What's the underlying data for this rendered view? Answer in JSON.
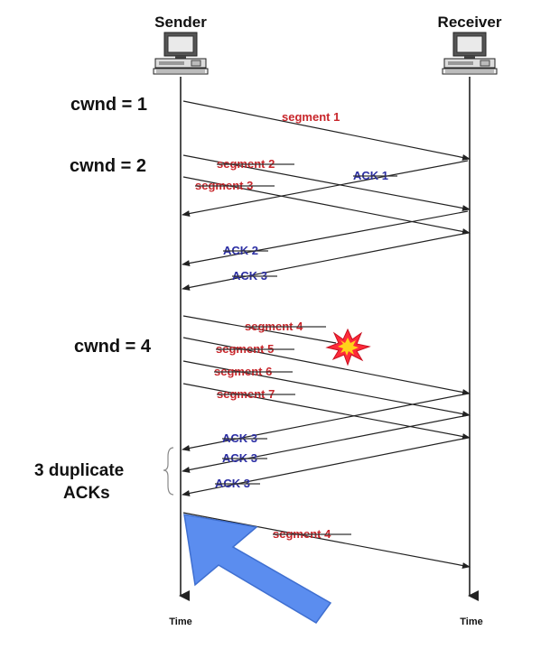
{
  "hosts": {
    "sender": "Sender",
    "receiver": "Receiver"
  },
  "cwnd_labels": [
    "cwnd = 1",
    "cwnd = 2",
    "cwnd = 4"
  ],
  "duplicate_label": [
    "3 duplicate",
    "ACKs"
  ],
  "time_label": "Time",
  "messages": [
    {
      "label": "segment 1",
      "kind": "segment"
    },
    {
      "label": "segment 2",
      "kind": "segment"
    },
    {
      "label": "ACK 1",
      "kind": "ack"
    },
    {
      "label": "segment 3",
      "kind": "segment"
    },
    {
      "label": "ACK 2",
      "kind": "ack"
    },
    {
      "label": "ACK 3",
      "kind": "ack"
    },
    {
      "label": "segment 4",
      "kind": "segment",
      "lost": true
    },
    {
      "label": "segment 5",
      "kind": "segment"
    },
    {
      "label": "segment 6",
      "kind": "segment"
    },
    {
      "label": "segment 7",
      "kind": "segment"
    },
    {
      "label": "ACK 3",
      "kind": "ack"
    },
    {
      "label": "ACK 3",
      "kind": "ack"
    },
    {
      "label": "ACK 3",
      "kind": "ack"
    },
    {
      "label": "segment 4",
      "kind": "segment"
    }
  ],
  "colors": {
    "segment": "#c8262b",
    "ack": "#2c2fa4",
    "pointer_arrow": "#5b8def",
    "burst": "#ff2a3a"
  },
  "icons": [
    "computer-icon",
    "explosion-icon",
    "pointer-arrow-icon"
  ]
}
